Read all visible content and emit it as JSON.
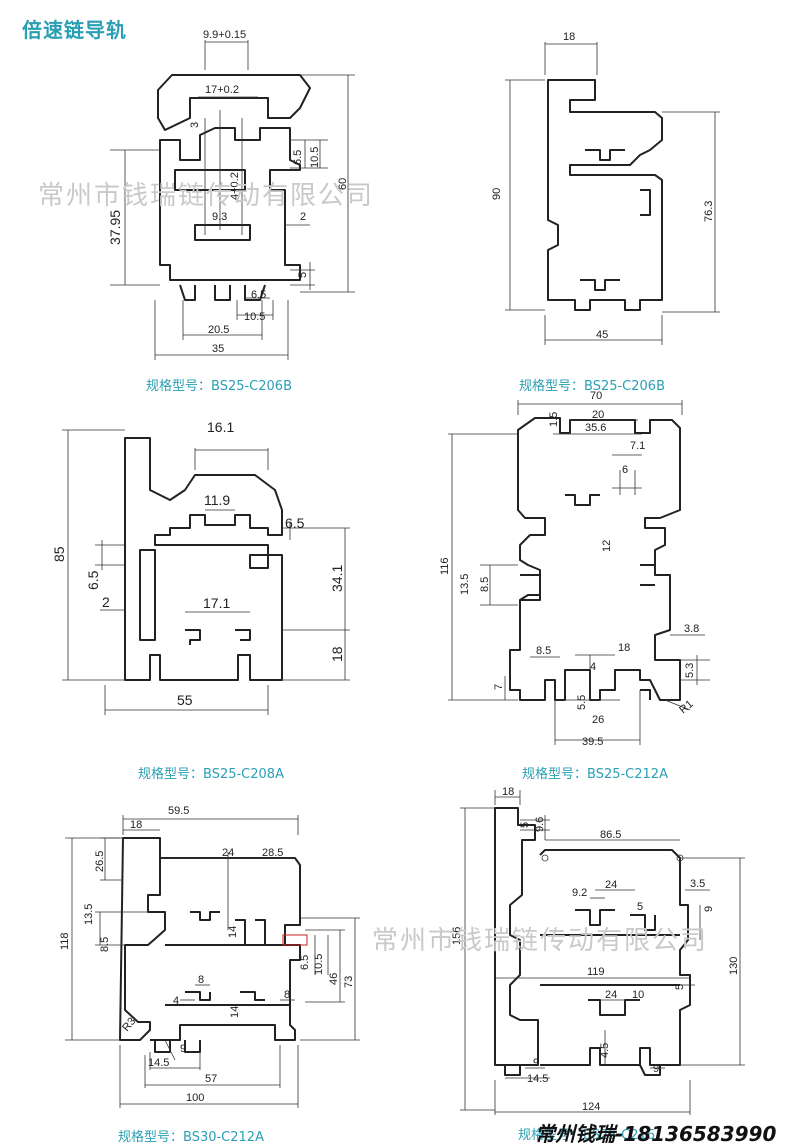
{
  "page_title": "倍速链导轨",
  "watermarks": [
    "常州市钱瑞链传动有限公司",
    "常州市钱瑞链传动有限公司"
  ],
  "contact": "常州钱瑞-18136583990",
  "profiles": [
    {
      "caption": "规格型号：BS25-C206B",
      "dims": {
        "top_width": "9.9+0.15",
        "slot": "17+0.2",
        "d3": "3",
        "d4": "4+0.2",
        "d65": "6.5",
        "d105": "10.5",
        "height": "60",
        "h3795": "37.95",
        "d93": "9.3",
        "d2": "2",
        "d5": "5",
        "b65": "6.5",
        "b105": "10.5",
        "d205": "20.5",
        "width": "35"
      }
    },
    {
      "caption": "规格型号：BS25-C206B",
      "dims": {
        "top": "18",
        "height": "90",
        "h763": "76.3",
        "width": "45"
      }
    },
    {
      "caption": "规格型号：BS25-C208A",
      "dims": {
        "top": "16.1",
        "slot": "11.9",
        "d65": "6.5",
        "height": "85",
        "left65": "6.5",
        "h341": "34.1",
        "d2": "2",
        "inner": "17.1",
        "bottom": "18",
        "width": "55"
      }
    },
    {
      "caption": "规格型号：BS25-C212A",
      "dims": {
        "top": "70",
        "d15": "1.5",
        "d20": "20",
        "d356": "35.6",
        "d71": "7.1",
        "d6": "6",
        "d12": "12",
        "height": "116",
        "d135": "13.5",
        "d85": "8.5",
        "d38": "3.8",
        "b85": "8.5",
        "d18": "18",
        "d4": "4",
        "d53": "5.3",
        "d7": "7",
        "d55": "5.5",
        "d26": "26",
        "r1": "R1",
        "width": "39.5"
      }
    },
    {
      "caption": "规格型号：BS30-C212A",
      "dims": {
        "top": "59.5",
        "d18": "18",
        "d24": "24",
        "d285": "28.5",
        "d265": "26.5",
        "d135": "13.5",
        "height": "118",
        "d85": "8.5",
        "d14a": "14",
        "d65": "6.5",
        "d105": "10.5",
        "d46": "46",
        "d73": "73",
        "d8a": "8",
        "d4": "4",
        "d14b": "14",
        "d8b": "8",
        "r3": "R3",
        "d9": "9",
        "d145": "14.5",
        "d57": "57",
        "width": "100"
      }
    },
    {
      "caption": "规格型号：BS25-C216",
      "dims": {
        "top": "18",
        "d5": "5",
        "d96": "9.6",
        "d865": "86.5",
        "height": "156",
        "d92": "9.2",
        "d24": "24",
        "d35": "3.5",
        "d5b": "5",
        "d9": "9",
        "d130": "130",
        "d119": "119",
        "d24b": "24",
        "d10": "10",
        "d5c": "5",
        "d45": "4.5",
        "b9": "9",
        "d145": "14.5",
        "c9": "9",
        "width": "124"
      }
    }
  ]
}
